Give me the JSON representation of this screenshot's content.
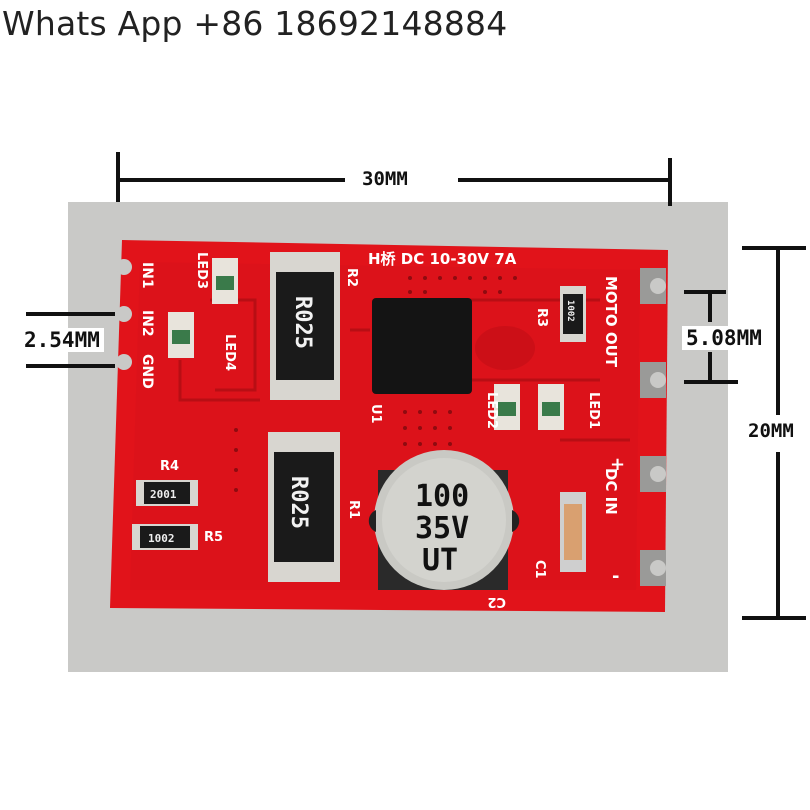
{
  "header": {
    "contact": "Whats App +86 18692148884"
  },
  "dimensions": {
    "width": "30MM",
    "pin_pitch": "2.54MM",
    "output_pitch": "5.08MM",
    "height": "20MM"
  },
  "board": {
    "title_silk": "H桥  DC  10-30V  7A",
    "pins_left": [
      "IN1",
      "IN2",
      "GND"
    ],
    "leds": [
      "LED3",
      "LED4",
      "LED2",
      "LED1"
    ],
    "resistor_labels": [
      "R2",
      "R1",
      "R3",
      "R4",
      "R5"
    ],
    "shunt_marking": "R025",
    "chip_label": "U1",
    "smd_markings": [
      "2001",
      "1002",
      "1002"
    ],
    "capacitor_labels": [
      "C1",
      "C2"
    ],
    "capacitor_text": [
      "100",
      "35V",
      "UT"
    ],
    "right_labels": [
      "MOTO OUT",
      "DC IN"
    ],
    "polarity": [
      "+",
      "-"
    ]
  },
  "colors": {
    "pcb": "#e1131a",
    "pcb_dark": "#b80e14",
    "background": "#c9c9c7",
    "chip": "#141414"
  }
}
